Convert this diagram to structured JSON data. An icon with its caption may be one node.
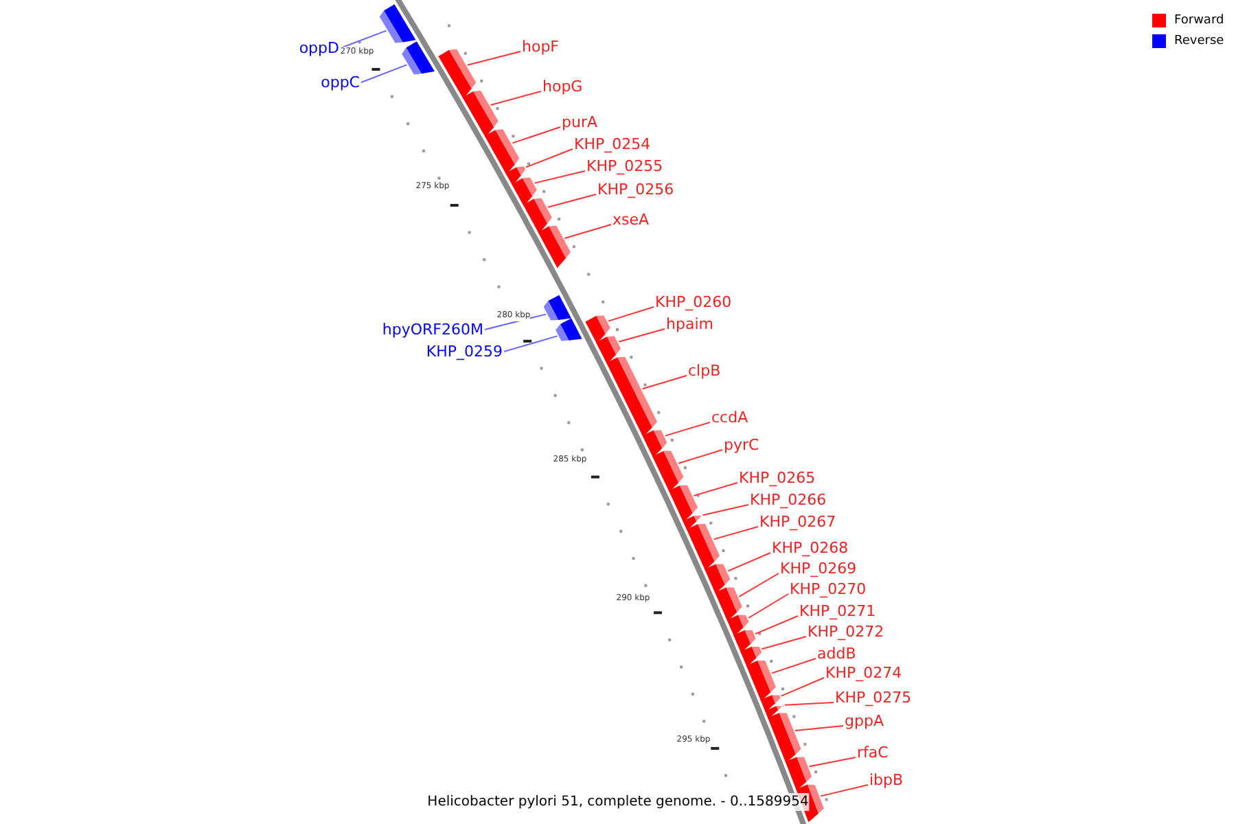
{
  "diagram": {
    "caption": "Helicobacter pylori 51, complete genome. - 0..1589954",
    "nodes": [
      {
        "text": [
          "oppD"
        ]
      },
      {
        "text": [],
        "shape": "box"
      },
      {
        "text": [
          "oppC"
        ]
      },
      {
        "text": [],
        "shape": "box"
      },
      {
        "text": [
          "hopF"
        ]
      },
      {
        "text": [],
        "shape": "box"
      },
      {
        "text": [
          "hopG"
        ]
      },
      {
        "text": [],
        "shape": "box"
      },
      {
        "text": [
          "purA"
        ]
      },
      {
        "text": [],
        "shape": "box"
      },
      {
        "text": [
          "KHP_0254"
        ]
      },
      {
        "text": [],
        "shape": "box"
      },
      {
        "text": [
          "KHP_0255"
        ]
      },
      {
        "text": [],
        "shape": "box"
      },
      {
        "text": [
          "KHP_0256"
        ]
      },
      {
        "text": [],
        "shape": "box"
      },
      {
        "text": [
          "xseA"
        ]
      },
      {
        "text": [],
        "shape": "box"
      },
      {
        "text": [
          "hpyORF260M"
        ]
      },
      {
        "text": [],
        "shape": "box"
      },
      {
        "text": [
          "KHP_0259"
        ]
      },
      {
        "text": [],
        "shape": "box"
      },
      {
        "text": [
          "KHP_0260"
        ]
      },
      {
        "text": [],
        "shape": "box"
      },
      {
        "text": [
          "hpaim"
        ]
      },
      {
        "text": [],
        "shape": "box"
      },
      {
        "text": [
          "clpB"
        ]
      },
      {
        "text": [],
        "shape": "box"
      },
      {
        "text": [
          "ccdA"
        ]
      },
      {
        "text": [],
        "shape": "box"
      },
      {
        "text": [
          "pyrC"
        ]
      },
      {
        "text": [],
        "shape": "box"
      },
      {
        "text": [
          "KHP_0265"
        ]
      },
      {
        "text": [],
        "shape": "box"
      },
      {
        "text": [
          "KHP_0266"
        ]
      },
      {
        "text": [],
        "shape": "box"
      },
      {
        "text": [
          "KHP_0267"
        ]
      },
      {
        "text": [],
        "shape": "box"
      },
      {
        "text": [
          "KHP_0268"
        ]
      },
      {
        "text": [],
        "shape": "box"
      },
      {
        "text": [
          "KHP_0269"
        ]
      },
      {
        "text": [],
        "shape": "box"
      },
      {
        "text": [
          "KHP_0270"
        ]
      },
      {
        "text": [],
        "shape": "box"
      },
      {
        "text": [
          "KHP_0271"
        ]
      },
      {
        "text": [],
        "shape": "box"
      },
      {
        "text": [
          "KHP_0272"
        ]
      },
      {
        "text": [],
        "shape": "box"
      },
      {
        "text": [
          "addB"
        ]
      },
      {
        "text": [],
        "shape": "box"
      },
      {
        "text": [
          "KHP_0274"
        ]
      },
      {
        "text": [],
        "shape": "box"
      },
      {
        "text": [
          "KHP_0275"
        ]
      },
      {
        "text": [],
        "shape": "box"
      },
      {
        "text": [
          "gppA"
        ]
      },
      {
        "text": [],
        "shape": "box"
      },
      {
        "text": [
          "rfaC"
        ]
      },
      {
        "text": [],
        "shape": "box"
      },
      {
        "text": [
          "ibpB"
        ]
      },
      {
        "text": [],
        "shape": "box"
      }
    ],
    "edges": [
      {
        "from": 0,
        "to": 1,
        "arrow": "none",
        "color": "#6666ff"
      },
      {
        "from": 2,
        "to": 3,
        "arrow": "none",
        "color": "#6666ff"
      },
      {
        "from": 4,
        "to": 5,
        "arrow": "none"
      },
      {
        "from": 6,
        "to": 7,
        "arrow": "none"
      },
      {
        "from": 8,
        "to": 9,
        "arrow": "none"
      },
      {
        "from": 10,
        "to": 11,
        "arrow": "none"
      },
      {
        "from": 12,
        "to": 13,
        "arrow": "none"
      },
      {
        "from": 14,
        "to": 15,
        "arrow": "none"
      },
      {
        "from": 16,
        "to": 17,
        "arrow": "none"
      },
      {
        "from": 18,
        "to": 19,
        "arrow": "none",
        "color": "#6666ff"
      },
      {
        "from": 20,
        "to": 21,
        "arrow": "none",
        "color": "#6666ff"
      },
      {
        "from": 22,
        "to": 23,
        "arrow": "none"
      },
      {
        "from": 24,
        "to": 25,
        "arrow": "none"
      },
      {
        "from": 26,
        "to": 27,
        "arrow": "none"
      },
      {
        "from": 28,
        "to": 29,
        "arrow": "none"
      },
      {
        "from": 30,
        "to": 31,
        "arrow": "none"
      },
      {
        "from": 32,
        "to": 33,
        "arrow": "none"
      },
      {
        "from": 34,
        "to": 35,
        "arrow": "none"
      },
      {
        "from": 36,
        "to": 37,
        "arrow": "none"
      },
      {
        "from": 38,
        "to": 39,
        "arrow": "none"
      },
      {
        "from": 40,
        "to": 41,
        "arrow": "none"
      },
      {
        "from": 42,
        "to": 43,
        "arrow": "none"
      },
      {
        "from": 44,
        "to": 45,
        "arrow": "none"
      },
      {
        "from": 46,
        "to": 47,
        "arrow": "none"
      },
      {
        "from": 48,
        "to": 49,
        "arrow": "none"
      },
      {
        "from": 50,
        "to": 51,
        "arrow": "none"
      },
      {
        "from": 52,
        "to": 53,
        "arrow": "none"
      },
      {
        "from": 54,
        "to": 55,
        "arrow": "none"
      },
      {
        "from": 56,
        "to": 57,
        "arrow": "none"
      },
      {
        "from": 58,
        "to": 59,
        "arrow": "none"
      }
    ],
    "labels": [
      "270 kbp",
      "275 kbp",
      "280 kbp",
      "285 kbp",
      "290 kbp",
      "295 kbp"
    ],
    "legend": [
      {
        "text": "Forward",
        "color": "#ff0000"
      },
      {
        "text": "Reverse",
        "color": "#0000ff"
      }
    ]
  }
}
